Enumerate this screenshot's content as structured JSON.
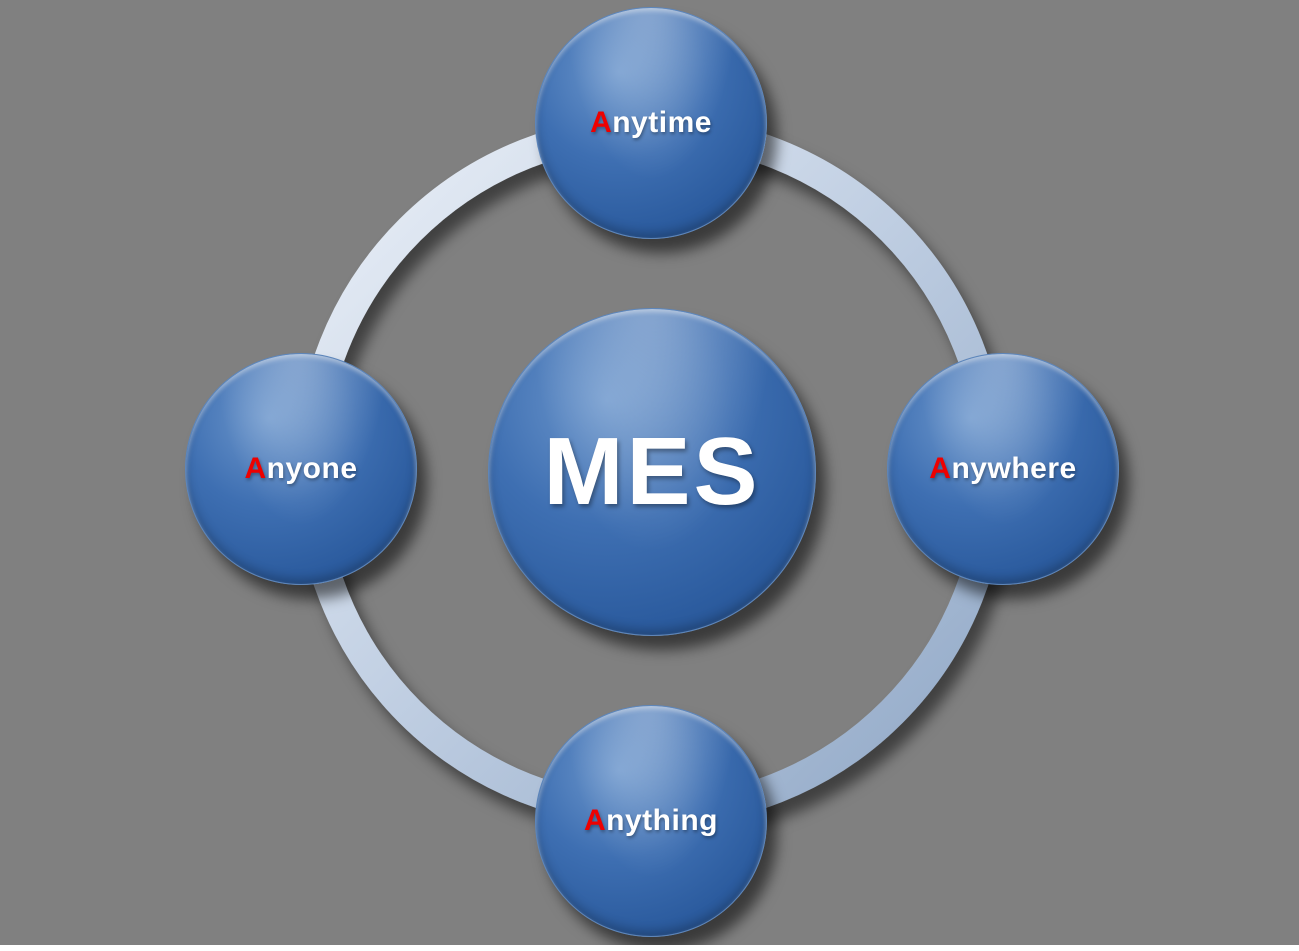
{
  "diagram": {
    "title": "MES",
    "center": {
      "label": "MES"
    },
    "nodes": [
      {
        "id": "top",
        "position": "top",
        "initial": "A",
        "rest": "nytime",
        "label": "Anytime"
      },
      {
        "id": "right",
        "position": "right",
        "initial": "A",
        "rest": "nywhere",
        "label": "Anywhere"
      },
      {
        "id": "bottom",
        "position": "bottom",
        "initial": "A",
        "rest": "nything",
        "label": "Anything"
      },
      {
        "id": "left",
        "position": "left",
        "initial": "A",
        "rest": "nyone",
        "label": "Anyone"
      }
    ],
    "colors": {
      "background": "#808080",
      "circle_fill": "#2f62a8",
      "ring": "#b9c9df",
      "initial_color": "#ee0000",
      "label_color": "#ffffff"
    }
  }
}
